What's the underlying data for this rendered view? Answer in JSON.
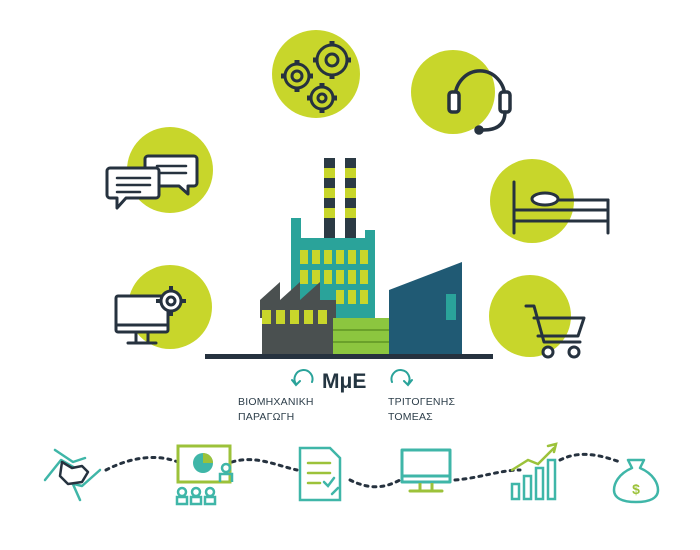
{
  "center_label": "ΜμΕ",
  "left_label": {
    "line1": "ΒΙΟΜΗΧΑΝΙΚΗ",
    "line2": "ΠΑΡΑΓΩΓΗ"
  },
  "right_label": {
    "line1": "ΤΡΙΤΟΓΕΝΗΣ",
    "line2": "ΤΟΜΕΑΣ"
  },
  "colors": {
    "accent_lime": "#c8d62b",
    "dark_navy": "#26323f",
    "teal": "#2aa39a",
    "steel_blue": "#205a74",
    "factory_green": "#8cc63f",
    "factory_dark": "#4a5050",
    "icon_teal": "#3fb6a8",
    "icon_lime": "#9cc23a",
    "bar_dark": "#2b3a44"
  },
  "icons": {
    "top_circles": [
      "gears-icon",
      "headset-icon",
      "chat-bubbles-icon",
      "bed-icon",
      "computer-settings-icon",
      "shopping-cart-icon"
    ],
    "bottom_row": [
      "teamwork-hands-icon",
      "presentation-icon",
      "checklist-document-icon",
      "monitor-icon",
      "growth-chart-icon",
      "money-bag-icon"
    ]
  }
}
